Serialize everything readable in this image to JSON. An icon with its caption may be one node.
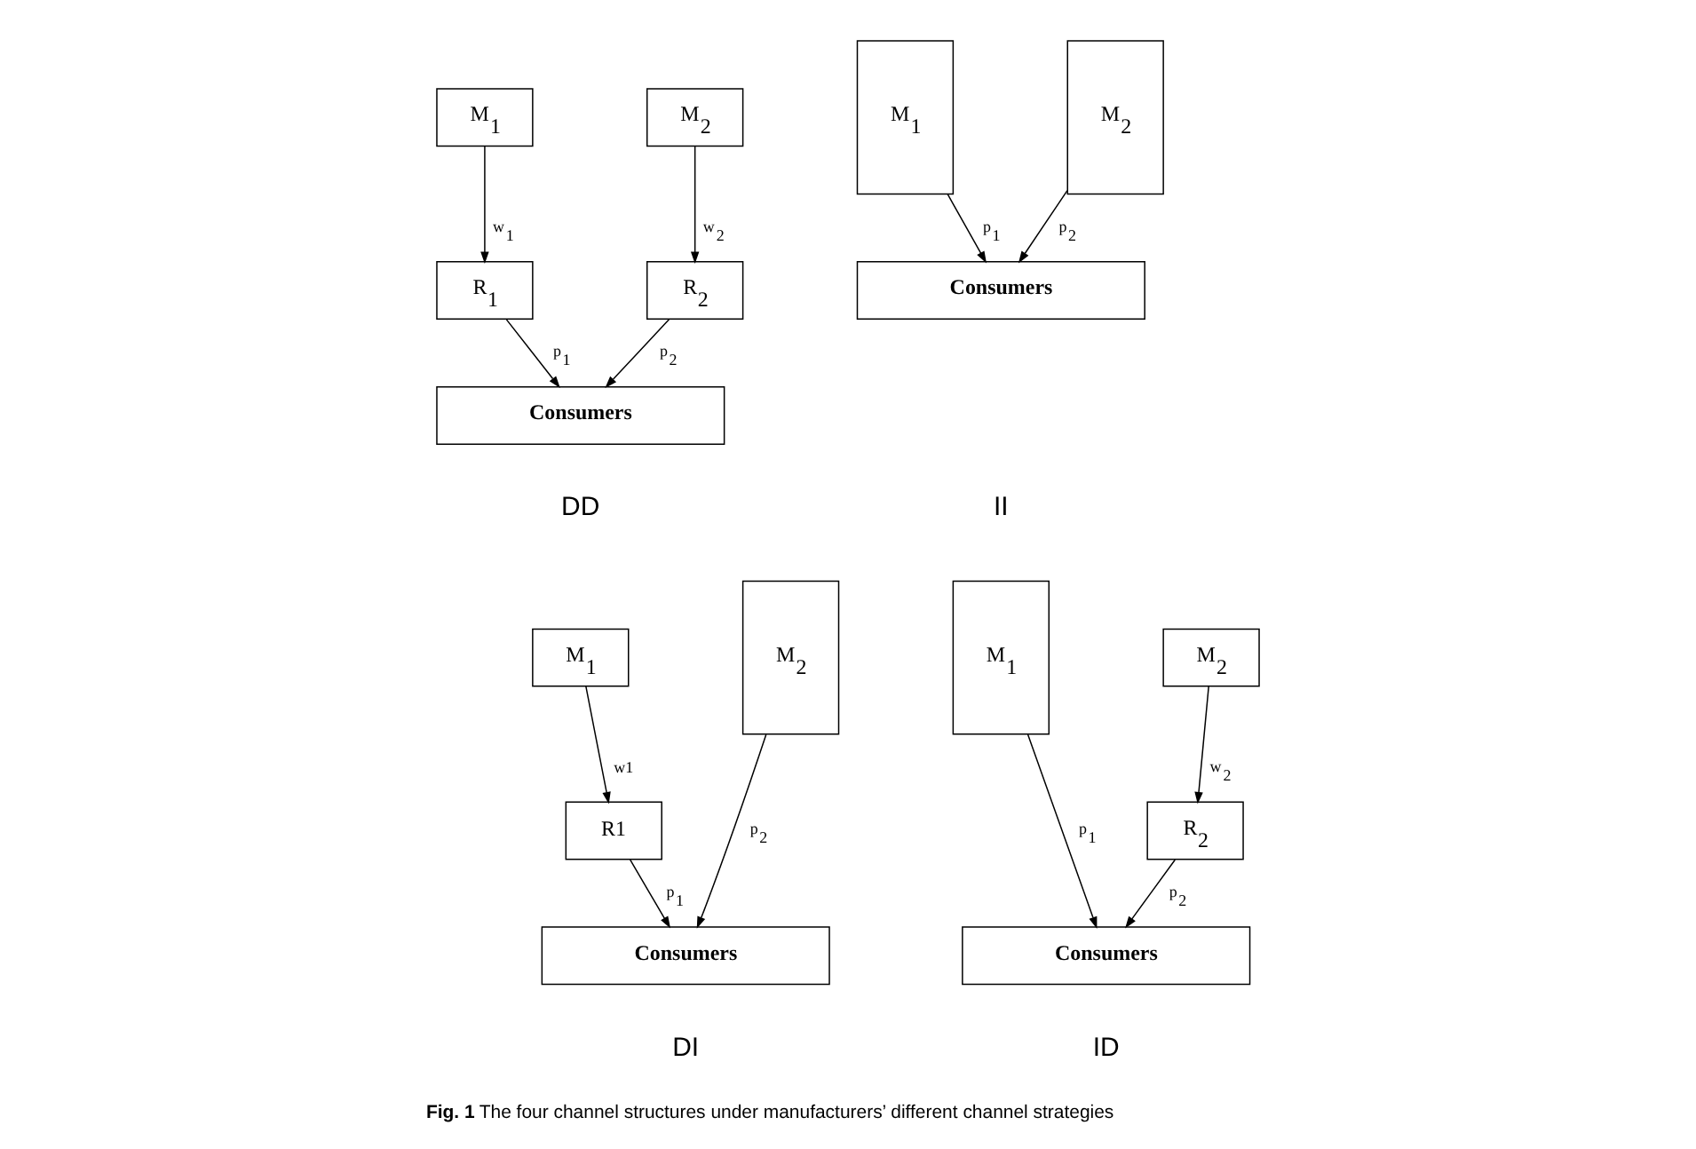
{
  "diagram": {
    "caption": "**Fig. 1** The four channel structures under manufacturers’ different channel strategies",
    "nodes": [
      {
        "text": [
          "M$_{1}$"
        ]
      },
      {
        "text": [
          "M$_{2}$"
        ]
      },
      {
        "text": [
          "R$_{1}$"
        ]
      },
      {
        "text": [
          "R$_{2}$"
        ]
      },
      {
        "text": [
          "Consumers"
        ]
      },
      {
        "text": [
          "M$_{1}$"
        ]
      },
      {
        "text": [
          "M$_{2}$"
        ]
      },
      {
        "text": [
          "Consumers"
        ]
      },
      {
        "text": [
          "M$_{1}$"
        ]
      },
      {
        "text": [
          "R1"
        ]
      },
      {
        "text": [
          "M$_{2}$"
        ]
      },
      {
        "text": [
          "Consumers"
        ]
      },
      {
        "text": [
          "M$_{1}$"
        ]
      },
      {
        "text": [
          "M$_{2}$"
        ]
      },
      {
        "text": [
          "R$_{2}$"
        ]
      },
      {
        "text": [
          "Consumers"
        ]
      }
    ],
    "edges": [
      {
        "from": 0,
        "to": 2,
        "arrow": "to",
        "label": "w$_{1}$"
      },
      {
        "from": 1,
        "to": 3,
        "arrow": "to",
        "label": "w$_{2}$"
      },
      {
        "from": 2,
        "to": 4,
        "arrow": "to",
        "label": "p$_{1}$"
      },
      {
        "from": 3,
        "to": 4,
        "arrow": "to",
        "label": "p$_{2}$"
      },
      {
        "from": 5,
        "to": 7,
        "arrow": "to",
        "label": "p$_{1}$"
      },
      {
        "from": 6,
        "to": 7,
        "arrow": "to",
        "label": "p$_{2}$"
      },
      {
        "from": 8,
        "to": 9,
        "arrow": "to",
        "label": "w1"
      },
      {
        "from": 9,
        "to": 11,
        "arrow": "to",
        "label": "p$_{1}$"
      },
      {
        "from": 10,
        "to": 11,
        "arrow": "to",
        "label": "p$_{2}$"
      },
      {
        "from": 12,
        "to": 15,
        "arrow": "to",
        "label": "p$_{1}$"
      },
      {
        "from": 13,
        "to": 14,
        "arrow": "to",
        "label": "w$_{2}$"
      },
      {
        "from": 14,
        "to": 15,
        "arrow": "to",
        "label": "p$_{2}$"
      }
    ],
    "labels": [
      "DD",
      "II",
      "DI",
      "ID"
    ]
  }
}
